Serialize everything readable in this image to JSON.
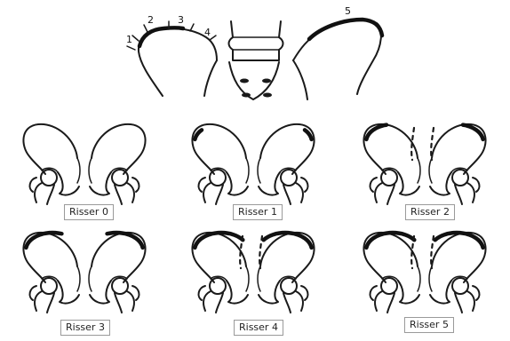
{
  "zones": [
    "1",
    "2",
    "3",
    "4",
    "5"
  ],
  "stages": [
    {
      "label": "Risser 0",
      "apophysis_fraction": 0,
      "fused": false
    },
    {
      "label": "Risser 1",
      "apophysis_fraction": 0.25,
      "fused": false
    },
    {
      "label": "Risser 2",
      "apophysis_fraction": 0.5,
      "fused": false
    },
    {
      "label": "Risser 3",
      "apophysis_fraction": 0.75,
      "fused": false
    },
    {
      "label": "Risser 4",
      "apophysis_fraction": 1,
      "fused": false
    },
    {
      "label": "Risser 5",
      "apophysis_fraction": 1,
      "fused": true
    }
  ]
}
